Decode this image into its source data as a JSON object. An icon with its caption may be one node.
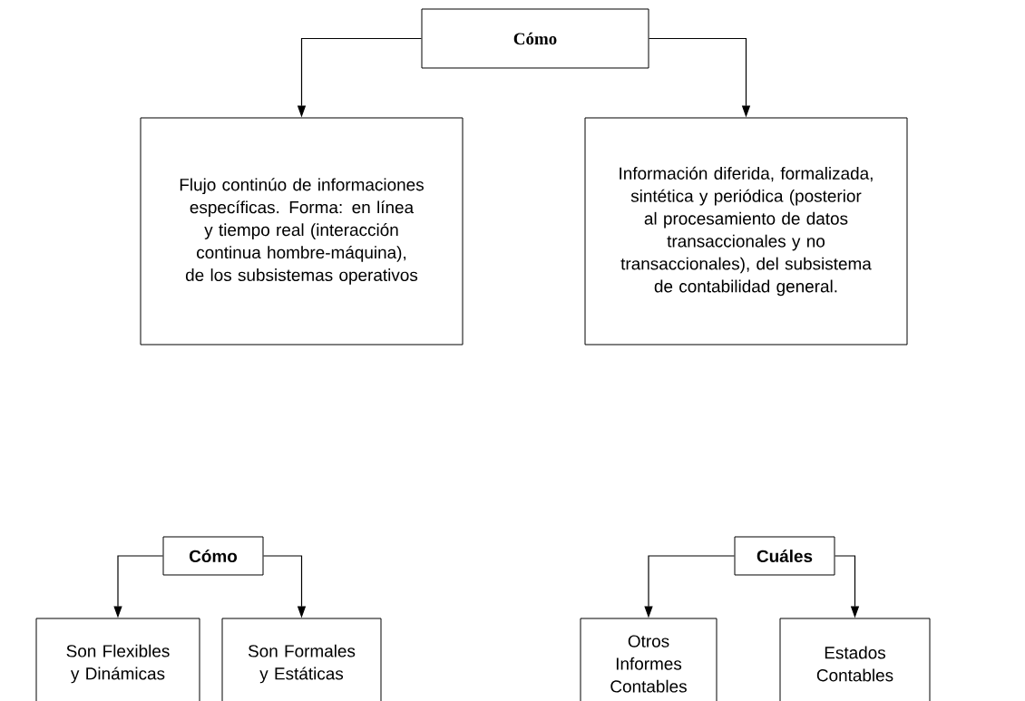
{
  "diagram": {
    "nodes": [
      {
        "text": [
          "Cómo"
        ]
      },
      {
        "text": [
          "Flujo continúo de informaciones específicas. Forma: en línea y tiempo real (interacción continua hombre-máquina), de los subsistemas operativos"
        ]
      },
      {
        "text": [
          "Información diferida, formalizada, sintética y periódica (posterior al procesamiento de datos transaccionales y no transaccionales), del subsistema de contabilidad general."
        ]
      },
      {
        "text": [
          "Cómo"
        ]
      },
      {
        "text": [
          "Cuáles"
        ]
      },
      {
        "text": [
          "Son Flexibles y Dinámicas"
        ]
      },
      {
        "text": [
          "Son Formales y Estáticas"
        ]
      },
      {
        "text": [
          "Otros Informes Contables"
        ]
      },
      {
        "text": [
          "Estados Contables"
        ]
      }
    ],
    "edges": [
      {
        "from": 0,
        "to": 1,
        "arrow": "to"
      },
      {
        "from": 0,
        "to": 2,
        "arrow": "to"
      },
      {
        "from": 3,
        "to": 5,
        "arrow": "to"
      },
      {
        "from": 3,
        "to": 6,
        "arrow": "to"
      },
      {
        "from": 4,
        "to": 7,
        "arrow": "to"
      },
      {
        "from": 4,
        "to": 8,
        "arrow": "to"
      }
    ]
  }
}
